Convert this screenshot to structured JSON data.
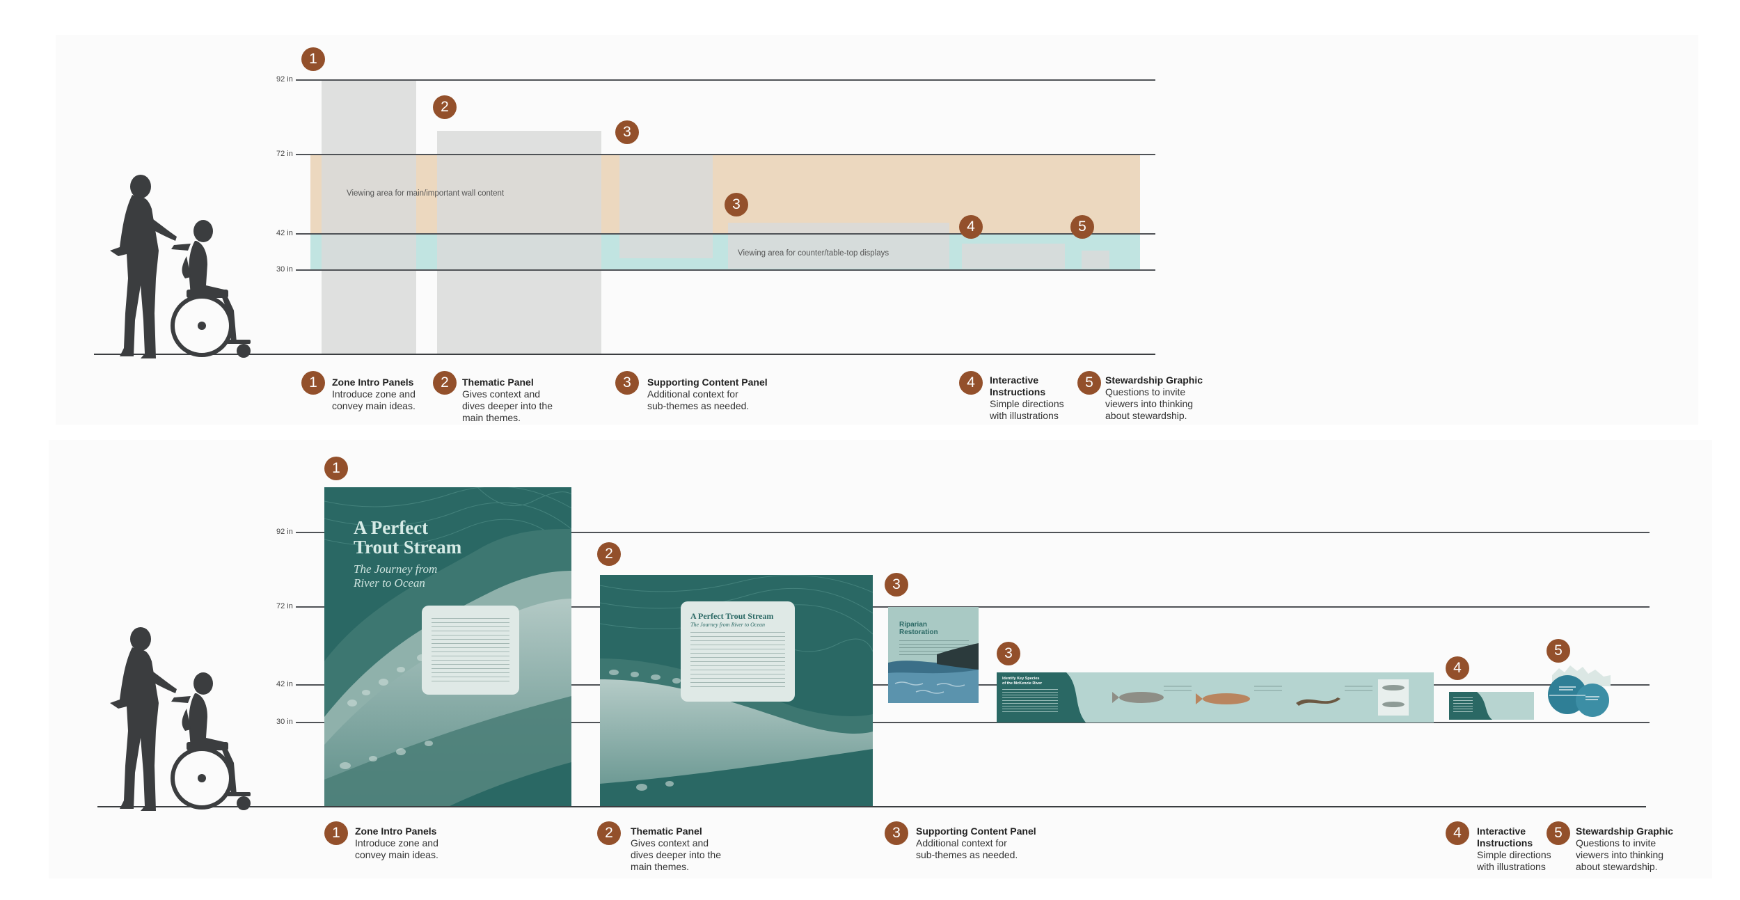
{
  "ticks": {
    "t92": "92 in",
    "t72": "72 in",
    "t42": "42 in",
    "t30": "30 in"
  },
  "zones": {
    "main": "Viewing area for main/important wall content",
    "counter": "Viewing area for counter/table-top displays"
  },
  "badges": {
    "b1": "1",
    "b2": "2",
    "b3": "3",
    "b4": "4",
    "b5": "5"
  },
  "captions": [
    {
      "title": "Zone Intro Panels",
      "desc": "Introduce zone and\nconvey main ideas."
    },
    {
      "title": "Thematic Panel",
      "desc": "Gives context and\ndives deeper into the\nmain themes."
    },
    {
      "title": "Supporting Content Panel",
      "desc": "Additional context for\nsub-themes as needed."
    },
    {
      "title": "Interactive\nInstructions",
      "desc": "Simple directions\nwith illustrations"
    },
    {
      "title": "Stewardship Graphic",
      "desc": "Questions to invite\nviewers into thinking\nabout stewardship."
    }
  ],
  "panels": {
    "intro_title": "A Perfect\nTrout Stream",
    "intro_sub": "The Journey from\nRiver to Ocean",
    "thematic_title": "A Perfect Trout Stream",
    "thematic_sub": "The Journey from River to Ocean",
    "riparian_title": "Riparian\nRestoration",
    "species_title": "Identify Key Species\nof the McKenzie River"
  },
  "colors": {
    "badge": "#93502b",
    "teal_dark": "#2a6864",
    "teal_light": "#a8c4bf",
    "zone_orange": "#ecd8bf",
    "zone_cyan": "#c1e4e1"
  }
}
